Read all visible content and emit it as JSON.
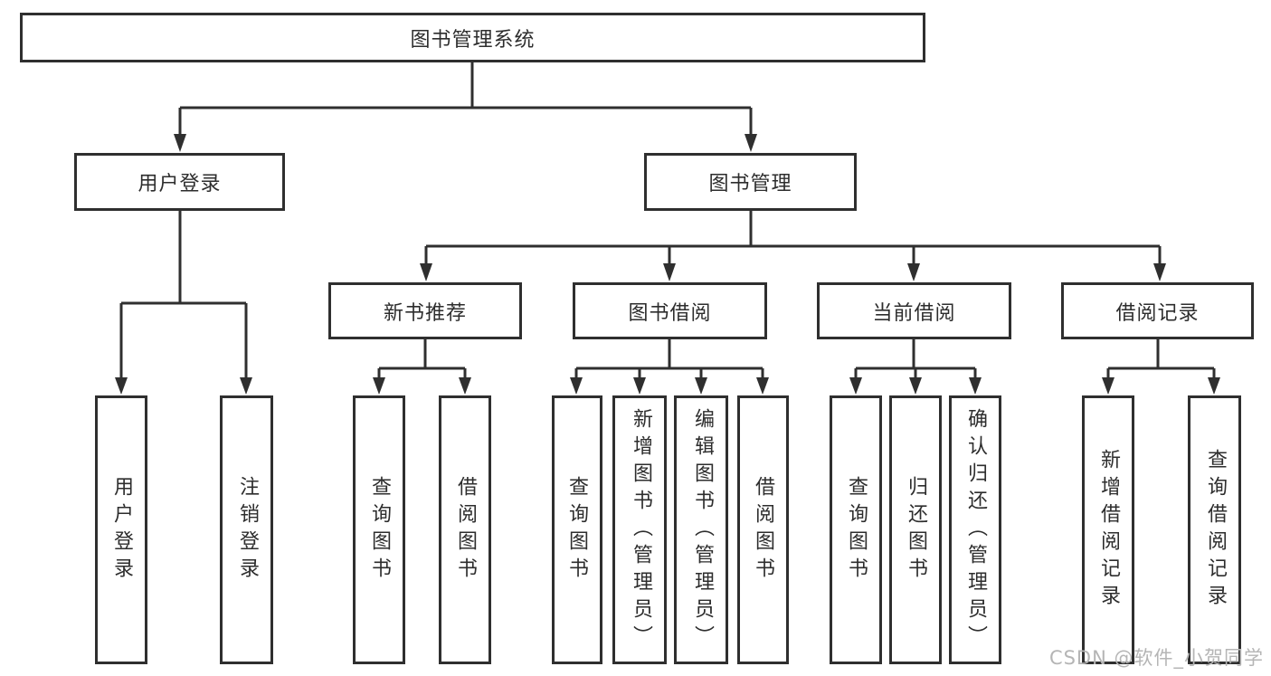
{
  "tree": {
    "label": "图书管理系统",
    "children": [
      {
        "label": "用户登录",
        "children": [
          {
            "label": "用户登录"
          },
          {
            "label": "注销登录"
          }
        ]
      },
      {
        "label": "图书管理",
        "children": [
          {
            "label": "新书推荐",
            "children": [
              {
                "label": "查询图书"
              },
              {
                "label": "借阅图书"
              }
            ]
          },
          {
            "label": "图书借阅",
            "children": [
              {
                "label": "查询图书"
              },
              {
                "label": "新增图书（管理员）"
              },
              {
                "label": "编辑图书（管理员）"
              },
              {
                "label": "借阅图书"
              }
            ]
          },
          {
            "label": "当前借阅",
            "children": [
              {
                "label": "查询图书"
              },
              {
                "label": "归还图书"
              },
              {
                "label": "确认归还（管理员）"
              }
            ]
          },
          {
            "label": "借阅记录",
            "children": [
              {
                "label": "新增借阅记录"
              },
              {
                "label": "查询借阅记录"
              }
            ]
          }
        ]
      }
    ]
  },
  "watermark": {
    "text": "CSDN @软件_小贺同学"
  },
  "colors": {
    "line": "#2f2f2f",
    "text": "#2d2d2d",
    "background": "#ffffff",
    "watermark": "#b5b5b5"
  }
}
